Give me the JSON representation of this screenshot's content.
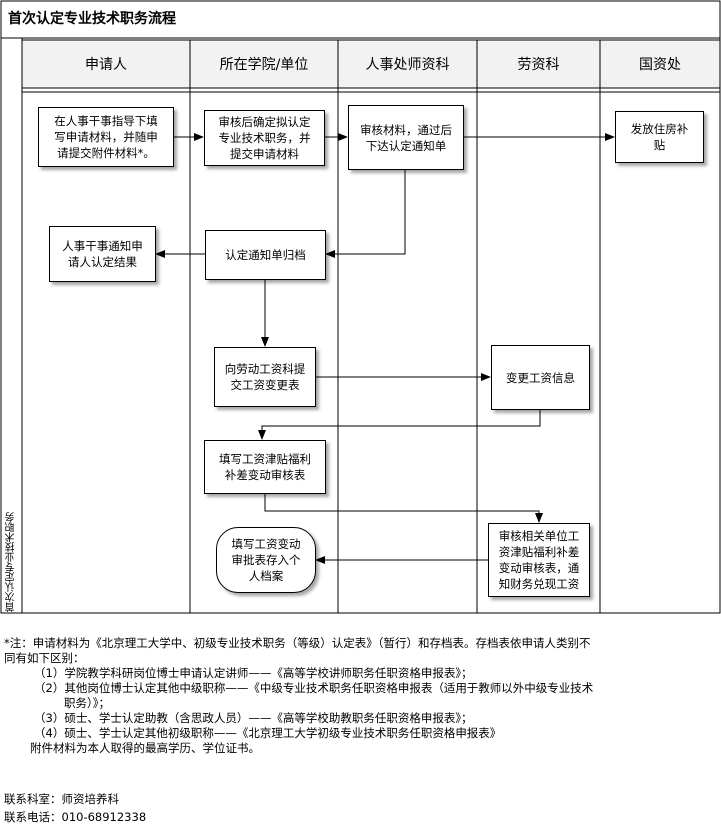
{
  "title": "首次认定专业技术职务流程",
  "side_label": "首次认定专业技术职务",
  "lanes": [
    "申请人",
    "所在学院/单位",
    "人事处师资科",
    "劳资科",
    "国资处"
  ],
  "boxes": {
    "b1": "在人事干事指导下填\n写申请材料，并随申\n请提交附件材料*。",
    "b2": "审核后确定拟认定\n专业技术职务，并\n提交申请材料",
    "b3": "审核材料，通过后\n下达认定通知单",
    "b4": "发放住房补\n贴",
    "b5": "人事干事通知申\n请人认定结果",
    "b6": "认定通知单归档",
    "b7": "向劳动工资科提\n交工资变更表",
    "b8": "变更工资信息",
    "b9": "填写工资津贴福利\n补差变动审核表",
    "b10": "填写工资变动\n审批表存入个\n人档案",
    "b11": "审核相关单位工\n资津贴福利补差\n变动审核表，通\n知财务兑现工资"
  },
  "notes": {
    "line1": "*注：申请材料为《北京理工大学中、初级专业技术职务（等级）认定表》（暂行）和存档表。存档表依申请人类别不",
    "line2": "同有如下区别：",
    "item1": "（1）学院教学科研岗位博士申请认定讲师——《高等学校讲师职务任职资格申报表》；",
    "item2a": "（2）其他岗位博士认定其他中级职称——《中级专业技术职务任职资格申报表（适用于教师以外中级专业技术",
    "item2b": "职务）》；",
    "item3": "（3）硕士、学士认定助教（含思政人员）——《高等学校助教职务任职资格申报表》；",
    "item4": "（4）硕士、学士认定其他初级职称——《北京理工大学初级专业技术职务任职资格申报表》",
    "attachment": "附件材料为本人取得的最高学历、学位证书。"
  },
  "contact": {
    "office": "联系科室：师资培养科",
    "phone": "联系电话：010-68912338"
  }
}
